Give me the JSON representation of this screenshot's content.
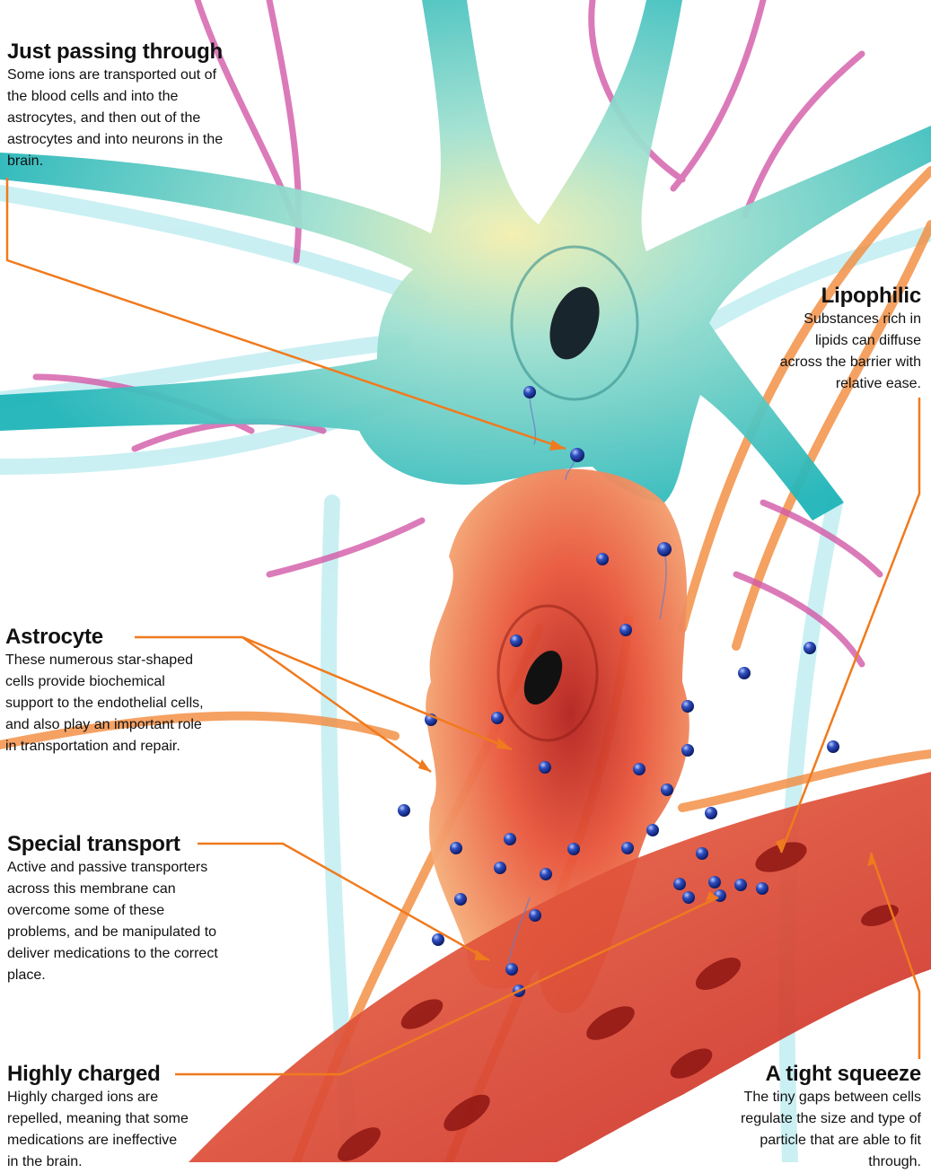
{
  "annotations": {
    "just_passing_through": {
      "title": "Just passing through",
      "text": "Some ions are transported out of the blood cells and into the astrocytes, and then out of the astrocytes and into neurons in the brain."
    },
    "lipophilic": {
      "title": "Lipophilic",
      "text": "Substances rich in lipids can diffuse across the barrier with relative ease."
    },
    "astrocyte": {
      "title": "Astrocyte",
      "text": "These numerous star-shaped cells provide biochemical support to the endothelial cells, and also play an important role in transportation and repair."
    },
    "special_transport": {
      "title": "Special transport",
      "text": "Active and passive transporters across this membrane can overcome some of these problems, and be manipulated to deliver medications to the correct place."
    },
    "highly_charged": {
      "title": "Highly charged",
      "text": "Highly charged ions are repelled, meaning that some medications are ineffective in the brain."
    },
    "tight_squeeze": {
      "title": "A tight squeeze",
      "text": "The tiny gaps between cells regulate the size and type of particle that are able to fit through."
    }
  },
  "colors": {
    "leader_line": "#f07a1e",
    "neuron": "#2fc4c4",
    "astrocyte": "#e8553a",
    "vessel": "#e23a2c",
    "dendrite_pink": "#d35aa8",
    "ion": "#1e3a9e"
  }
}
